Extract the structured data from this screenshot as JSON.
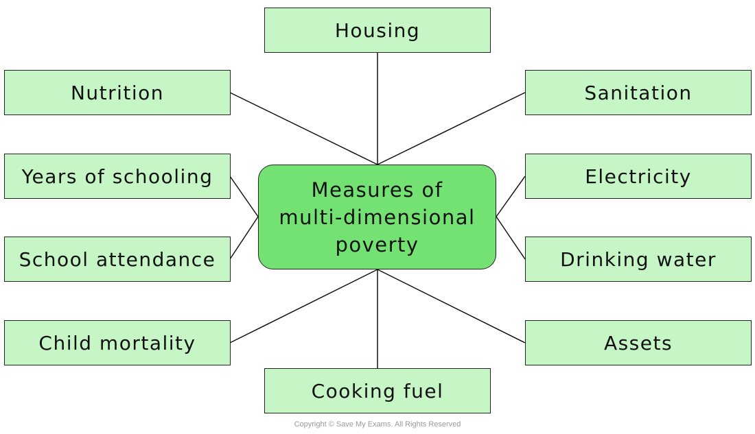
{
  "center": {
    "line1": "Measures of",
    "line2": "multi-dimensional",
    "line3": "poverty"
  },
  "nodes": {
    "housing": "Housing",
    "nutrition": "Nutrition",
    "sanitation": "Sanitation",
    "years_of_schooling": "Years of schooling",
    "electricity": "Electricity",
    "school_attendance": "School attendance",
    "drinking_water": "Drinking water",
    "child_mortality": "Child mortality",
    "assets": "Assets",
    "cooking_fuel": "Cooking fuel"
  },
  "copyright": "Copyright © Save My Exams. All Rights Reserved",
  "colors": {
    "node_fill": "#c6f5c6",
    "center_fill": "#73e273",
    "stroke": "#222222"
  }
}
